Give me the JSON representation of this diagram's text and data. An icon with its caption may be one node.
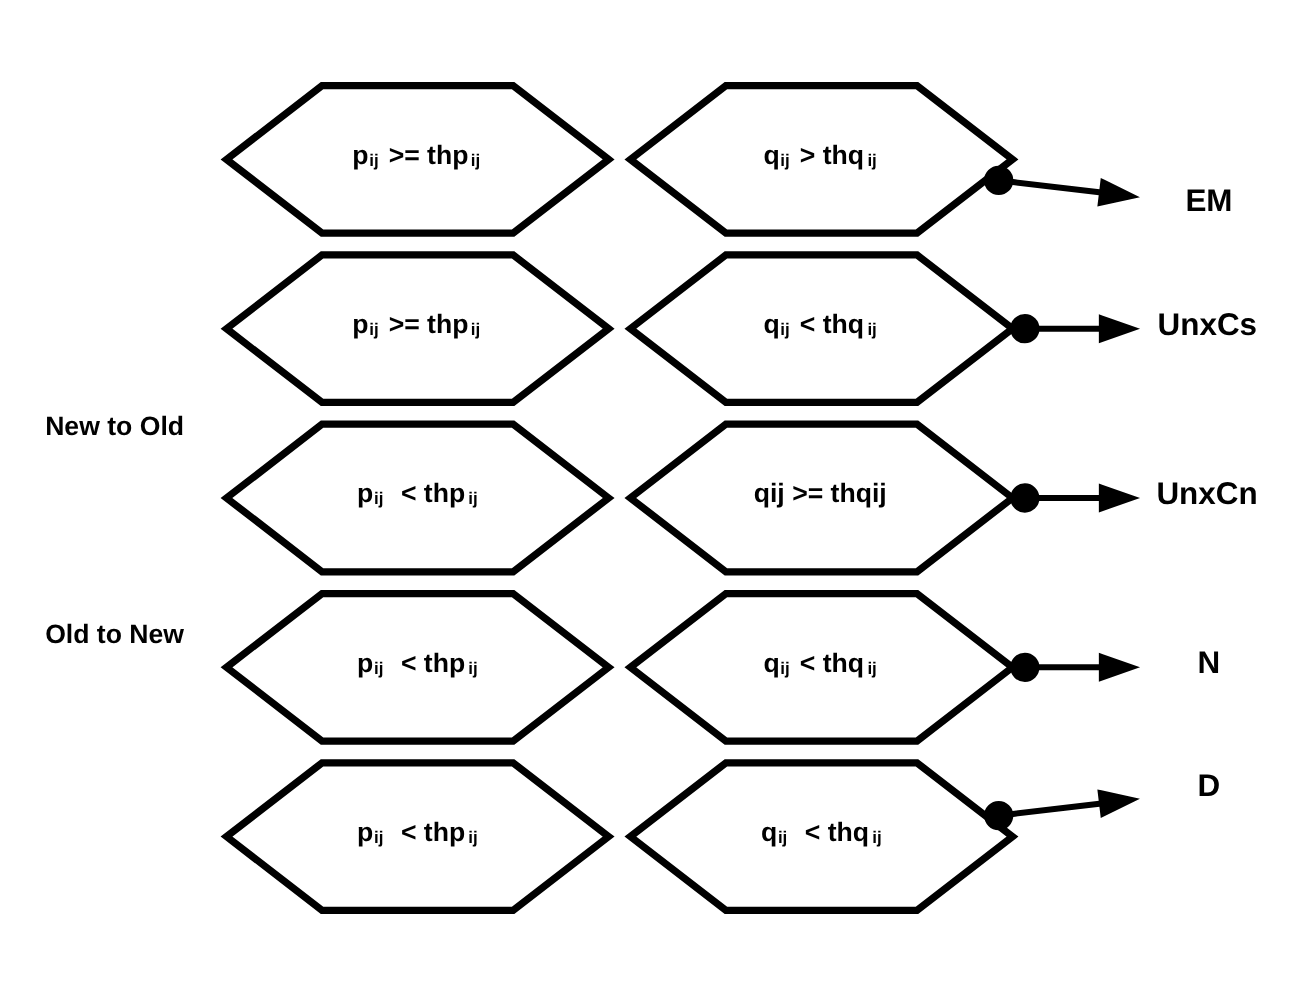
{
  "diagram": {
    "nodes": [
      {
        "text": [
          "p$_{ij}$ >= thp$_{ij}$"
        ]
      },
      {
        "text": [
          "q$_{ij}$ > thq$_{ij}$"
        ]
      },
      {
        "text": [
          "EM"
        ]
      },
      {
        "text": [
          "p$_{ij}$ >= thp$_{ij}$"
        ]
      },
      {
        "text": [
          "q$_{ij}$ < thq$_{ij}$"
        ]
      },
      {
        "text": [
          "UnxCs"
        ]
      },
      {
        "text": [
          "p$_{ij}$  < thp$_{ij}$"
        ]
      },
      {
        "text": [
          "qij >= thqij"
        ]
      },
      {
        "text": [
          "UnxCn"
        ]
      },
      {
        "text": [
          "p$_{ij}$  < thp$_{ij}$"
        ]
      },
      {
        "text": [
          "q$_{ij}$ < thq$_{ij}$"
        ]
      },
      {
        "text": [
          "N"
        ]
      },
      {
        "text": [
          "p$_{ij}$  < thp$_{ij}$"
        ]
      },
      {
        "text": [
          "q$_{ij}$  < thq$_{ij}$"
        ]
      },
      {
        "text": [
          "D"
        ]
      }
    ],
    "edges": [
      {
        "from": 1,
        "to": 2,
        "arrow": "to"
      },
      {
        "from": 4,
        "to": 5,
        "arrow": "to"
      },
      {
        "from": 7,
        "to": 8,
        "arrow": "to"
      },
      {
        "from": 10,
        "to": 11,
        "arrow": "to"
      },
      {
        "from": 13,
        "to": 14,
        "arrow": "to"
      }
    ],
    "labels": [
      "New to Old",
      "Old to New"
    ]
  }
}
